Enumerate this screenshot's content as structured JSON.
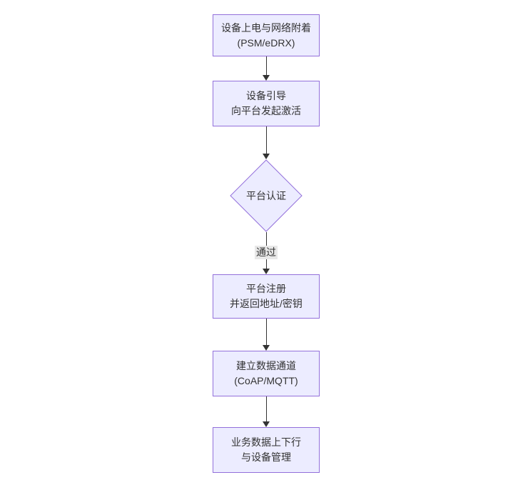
{
  "diagram": {
    "type": "flowchart",
    "direction": "top-down",
    "colors": {
      "background": "#ffffff",
      "node_fill": "#ececff",
      "node_border": "#9370db",
      "node_text": "#333333",
      "edge_line": "#333333",
      "edge_label_bg": "#e8e8e8"
    },
    "nodes": [
      {
        "id": "attach",
        "shape": "rect",
        "line1": "设备上电与网络附着",
        "line2": "(PSM/eDRX)"
      },
      {
        "id": "bootstrap",
        "shape": "rect",
        "line1": "设备引导",
        "line2": "向平台发起激活"
      },
      {
        "id": "auth",
        "shape": "diamond",
        "line1": "平台认证",
        "line2": ""
      },
      {
        "id": "register",
        "shape": "rect",
        "line1": "平台注册",
        "line2": "并返回地址/密钥"
      },
      {
        "id": "channel",
        "shape": "rect",
        "line1": "建立数据通道",
        "line2": "(CoAP/MQTT)"
      },
      {
        "id": "business",
        "shape": "rect",
        "line1": "业务数据上下行",
        "line2": "与设备管理"
      }
    ],
    "edges": [
      {
        "from": "attach",
        "to": "bootstrap",
        "label": ""
      },
      {
        "from": "bootstrap",
        "to": "auth",
        "label": ""
      },
      {
        "from": "auth",
        "to": "register",
        "label": "通过"
      },
      {
        "from": "register",
        "to": "channel",
        "label": ""
      },
      {
        "from": "channel",
        "to": "business",
        "label": ""
      }
    ]
  }
}
